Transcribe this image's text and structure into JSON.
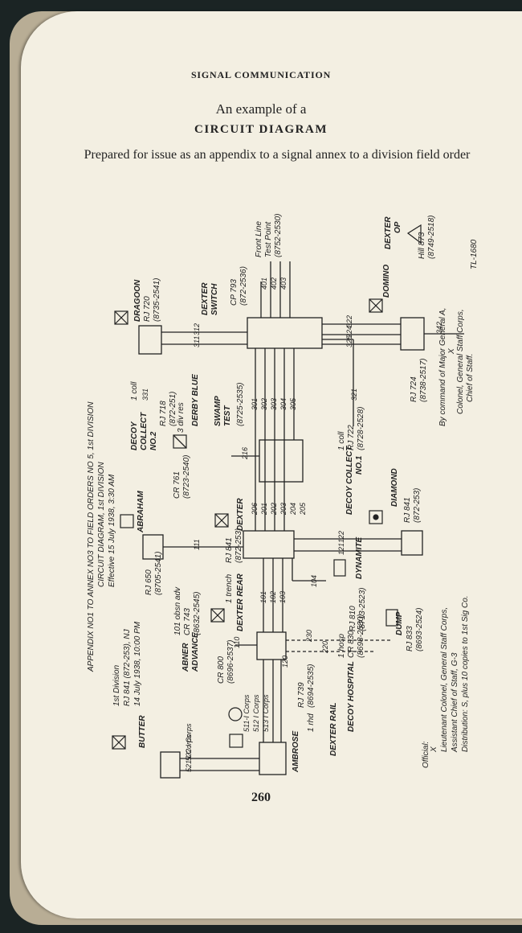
{
  "page": {
    "header": "SIGNAL COMMUNICATION",
    "intro": "An example of a",
    "title": "CIRCUIT DIAGRAM",
    "subtitle": "Prepared for issue as an appendix to a signal annex to a division field order",
    "page_number": "260"
  },
  "diagram": {
    "heading": [
      "APPENDIX NO1 TO ANNEX NO3 TO FIELD ORDERS NO 5, 1st DIVISION",
      "CIRCUIT DIAGRAM, 1st DIVISION",
      "Effective 15 July 1938, 3:30 AM"
    ],
    "place": [
      "1st Division",
      "RJ 841 (872-253), NJ",
      "14 July 1938, 10:00 PM"
    ],
    "tl": "TL-1680",
    "command": [
      "By command of Major General A,",
      "X",
      "Colonel, General Staff Corps,",
      "Chief of Staff."
    ],
    "official": [
      "Official:",
      "X",
      "Lieutenant Colonel, General Staff Corps,",
      "Assistant Chief of Staff, G-3",
      "Distribution: S, plus 10 copies to 1st Sig Co."
    ],
    "stations": {
      "butter": "BUTTER",
      "ambrose": "AMBROSE",
      "ambrose_coords": [
        "CR 800",
        "(8696-2537)"
      ],
      "abner": [
        "ABNER",
        "ADVANCE"
      ],
      "abner_coords": [
        "101 obsn adv",
        "CR 743",
        "(8632-2545)"
      ],
      "abraham": "ABRAHAM",
      "abraham_coords": [
        "RJ 650",
        "(8705-2541)"
      ],
      "dexter_rear": "DEXTER REAR",
      "dexter_rear_coords": [
        "RJ 841",
        "(872-253)"
      ],
      "trench": "1 trench",
      "dexter": "DEXTER",
      "dexter_coords": [
        "CR 761",
        "(8723-2540)"
      ],
      "derby_blue": "DERBY BLUE",
      "div_res": "3 div res",
      "decoy2": [
        "DECOY",
        "COLLECT",
        "NO.2"
      ],
      "decoy2_coords": [
        "RJ 718",
        "(872-251)"
      ],
      "coll": "1 coll",
      "dragoon": "DRAGOON",
      "dragoon_coords": [
        "RJ 720",
        "(8735-2541)"
      ],
      "dexter_rail": "DEXTER RAIL",
      "rhd": "1 rhd",
      "rail_coords": [
        "RJ 739",
        "(8694-2535)"
      ],
      "decoy_hospital": "DECOY HOSPITAL",
      "hosp_coords": [
        "1 hosp",
        "CR 830",
        "(8698-2530)"
      ],
      "dump": "DUMP",
      "dump_coords": [
        "RJ 833",
        "(8693-2524)"
      ],
      "dynamite": "DYNAMITE",
      "dynamite_coords": [
        "RJ 810",
        "(8713-2523)"
      ],
      "diamond": "DIAMOND",
      "diamond_coords": [
        "RJ 841",
        "(872-253)"
      ],
      "decoy1": [
        "DECOY COLLECT",
        "NO.1"
      ],
      "decoy1_coords": [
        "1 coll",
        "RJ 722",
        "(8728-2528)"
      ],
      "swamp_test": [
        "SWAMP",
        "TEST"
      ],
      "swamp_coords": [
        "(8725-2535)"
      ],
      "dexter_switch": [
        "DEXTER",
        "SWITCH"
      ],
      "cp_coords": [
        "CP 793",
        "(872-2536)"
      ],
      "front_line": [
        "Front Line",
        "Test Point",
        "(8752-2530)"
      ],
      "domino": "DOMINO",
      "domino_coords": [
        "RJ 724",
        "(8738-2517)"
      ],
      "dexter_op": [
        "DEXTER",
        "OP"
      ],
      "hill": [
        "Hill 873",
        "(8749-2518)"
      ]
    },
    "circuits": {
      "butter_corps": [
        "521 I Corps",
        "522 I Corps"
      ],
      "ambrose_corps": [
        "511-I Corps",
        "512 I Corps",
        "513 I Corps"
      ],
      "l110": "110",
      "l111": "111",
      "l120": "120",
      "l220": "220",
      "l230": "230",
      "rear_lines": [
        "101",
        "102",
        "103"
      ],
      "dexter_lines": [
        "206",
        "201",
        "202",
        "203",
        "204",
        "205"
      ],
      "swamp_lines": [
        "301",
        "302",
        "303",
        "304",
        "305"
      ],
      "front_lines": [
        "401",
        "402",
        "403"
      ],
      "l104": "104",
      "l121": "121",
      "l122": "122",
      "l216": "216",
      "l311": "311",
      "l312": "312",
      "l321": "321",
      "l322": "322",
      "l324": "324",
      "l325": "325",
      "l331": "331",
      "l342": "342"
    }
  }
}
